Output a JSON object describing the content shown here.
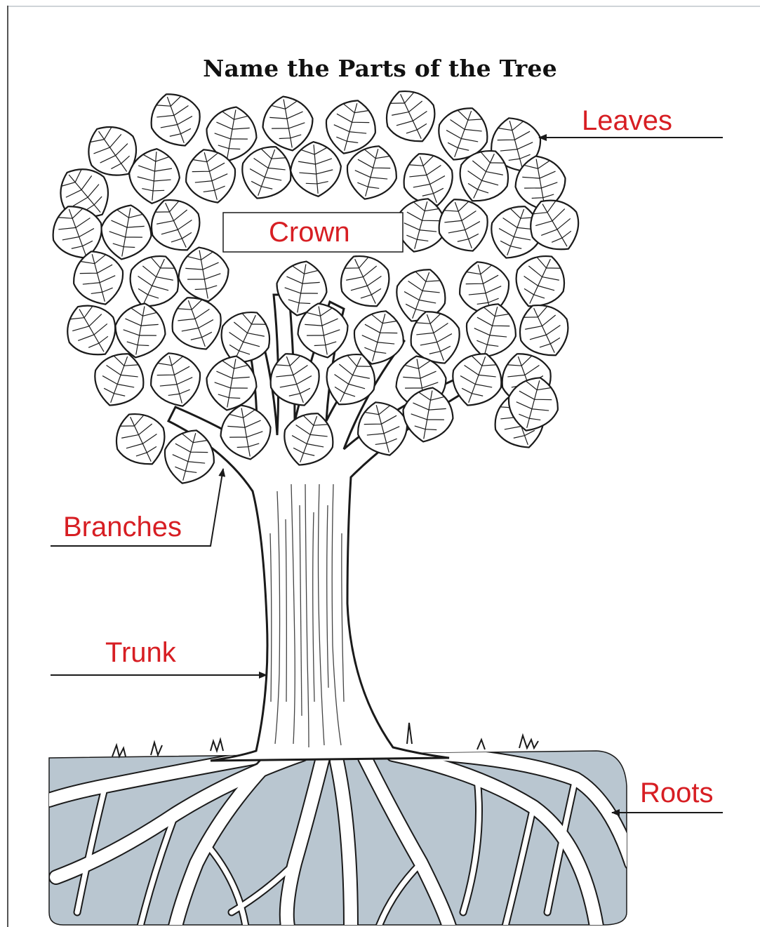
{
  "title": "Name the Parts of the Tree",
  "labels": {
    "leaves": "Leaves",
    "crown": "Crown",
    "branches": "Branches",
    "trunk": "Trunk",
    "roots": "Roots"
  },
  "colors": {
    "label_text": "#d71e23",
    "soil": "#b9c6d0",
    "ink": "#1a1a1a"
  }
}
